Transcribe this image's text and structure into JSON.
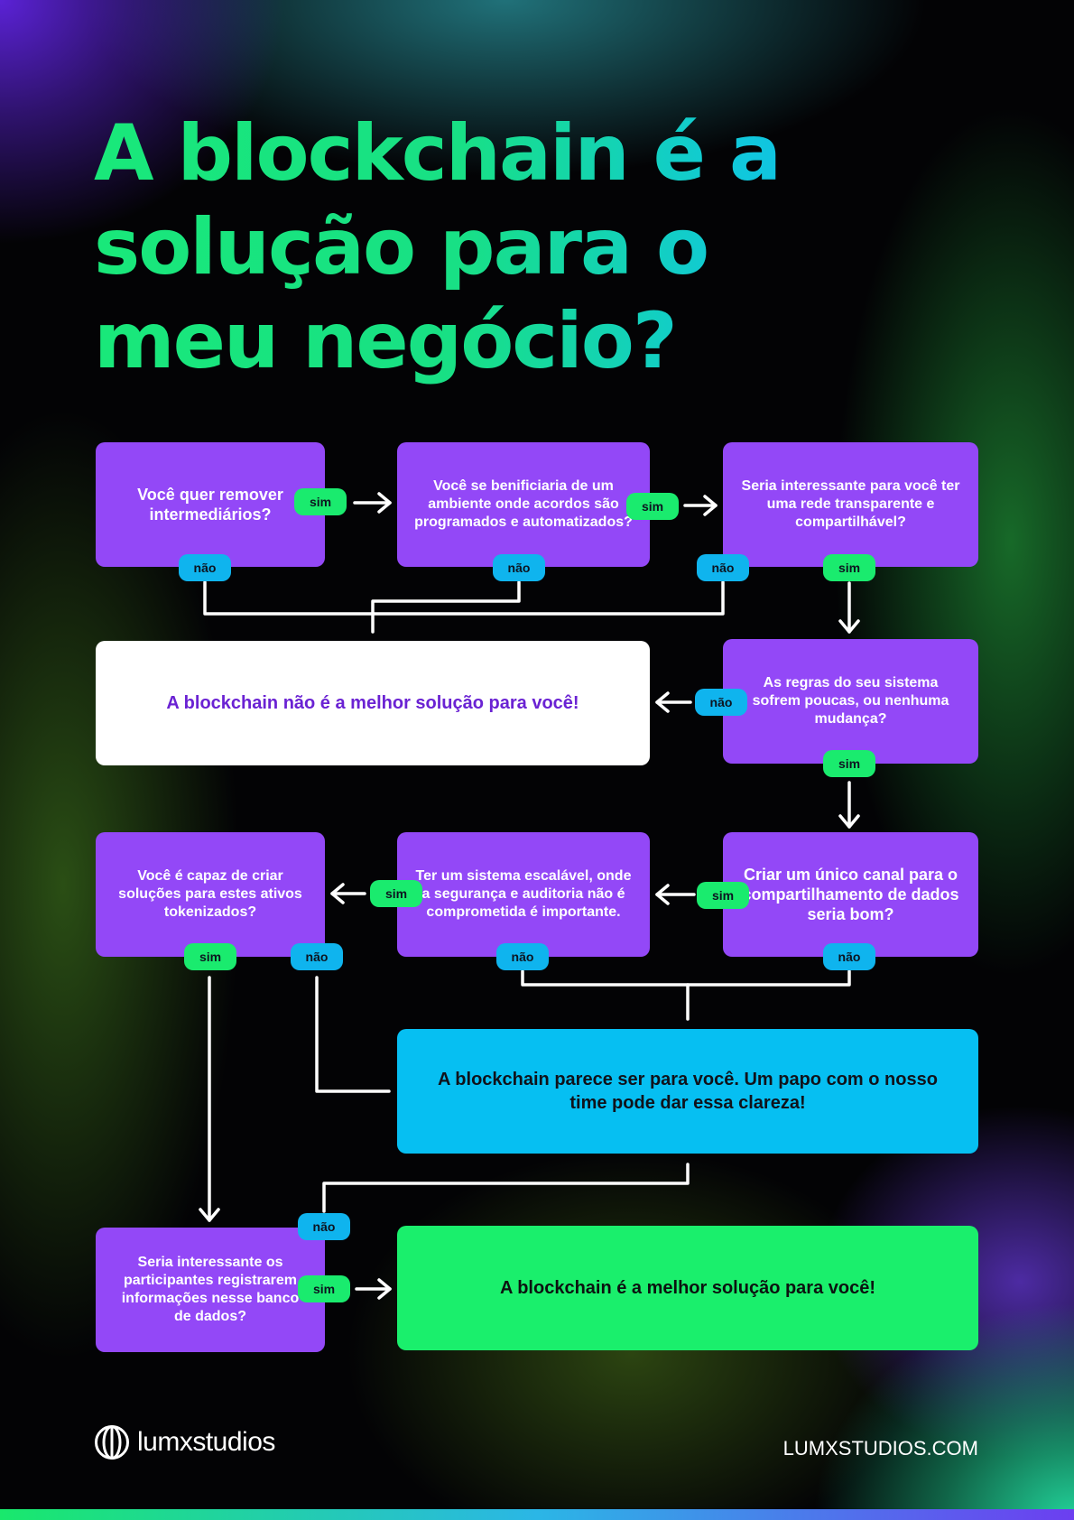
{
  "title": "A blockchain é a solução para o meu negócio?",
  "questions": {
    "q1": "Você quer remover intermediários?",
    "q2": "Você se benificiaria de um ambiente onde acordos são programados e automatizados?",
    "q3": "Seria interessante para você ter uma rede transparente e compartilhável?",
    "q4": "As regras do seu sistema sofrem poucas, ou nenhuma mudança?",
    "q5": "Criar um único canal para o compartilhamento de dados seria bom?",
    "q6": "Ter um sistema escalável, onde a segurança e auditoria não é comprometida é importante.",
    "q7": "Você é capaz de criar soluções para estes ativos tokenizados?",
    "q8": "Seria interessante os participantes registrarem informações nesse banco de dados?"
  },
  "results": {
    "not_for_you": "A blockchain não é a melhor solução para você!",
    "seems_for_you": "A blockchain parece ser para você. Um papo com o nosso time pode dar essa clareza!",
    "best_for_you": "A blockchain é a melhor solução para você!"
  },
  "labels": {
    "yes": "sim",
    "no": "não"
  },
  "footer": {
    "brand": "lumxstudios",
    "site": "LUMXSTUDIOS.COM"
  },
  "colors": {
    "question_box": "#9348f7",
    "yes_pill": "#1aeb6e",
    "no_pill": "#0fb4ee",
    "result_blue": "#06bff2",
    "result_green": "#1aef6c",
    "result_white_text": "#6a22d3"
  }
}
